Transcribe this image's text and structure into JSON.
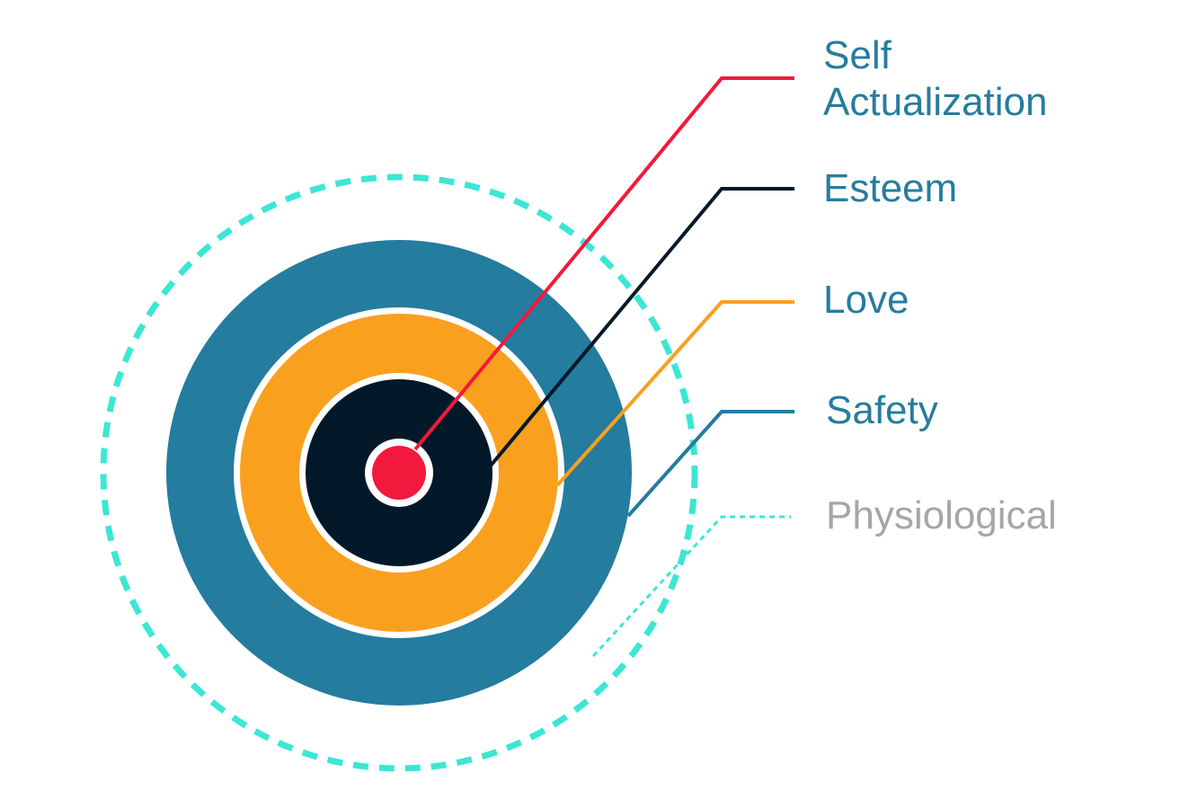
{
  "diagram": {
    "levels": [
      {
        "key": "self_actualization",
        "lines": [
          "Self",
          "Actualization"
        ],
        "color": "#f21a3c",
        "text_color": "#257d9e"
      },
      {
        "key": "esteem",
        "lines": [
          "Esteem"
        ],
        "color": "#03192a",
        "text_color": "#257d9e"
      },
      {
        "key": "love",
        "lines": [
          "Love"
        ],
        "color": "#f9a01e",
        "text_color": "#257d9e"
      },
      {
        "key": "safety",
        "lines": [
          "Safety"
        ],
        "color": "#247c9f",
        "text_color": "#257d9e"
      },
      {
        "key": "physiological",
        "lines": [
          "Physiological"
        ],
        "color": "#3de6d4",
        "text_color": "#a6a6a6"
      }
    ]
  }
}
